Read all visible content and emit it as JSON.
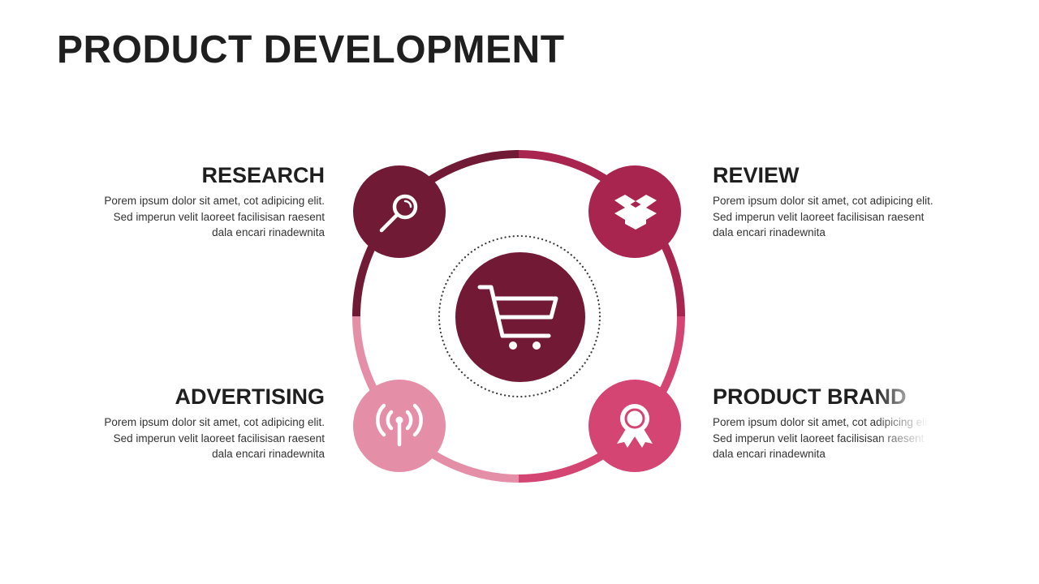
{
  "title": "PRODUCT DEVELOPMENT",
  "colors": {
    "dark": "#711a36",
    "crimson": "#a8254f",
    "rose": "#d44573",
    "pink": "#e58ea8",
    "center": "#721935",
    "heading": "#1f1f1f",
    "body": "#333333"
  },
  "steps": [
    {
      "id": "research",
      "heading": "RESEARCH",
      "lines": [
        "Porem ipsum dolor sit amet, cot adipicing elit.",
        "Sed imperun velit laoreet facilisisan raesent",
        "dala encari rinadewnita"
      ],
      "icon": "magnifier-icon"
    },
    {
      "id": "review",
      "heading": "REVIEW",
      "lines": [
        "Porem ipsum dolor sit amet, cot adipicing elit.",
        "Sed imperun velit laoreet facilisisan raesent",
        "dala encari rinadewnita"
      ],
      "icon": "open-box-icon"
    },
    {
      "id": "advertising",
      "heading": "ADVERTISING",
      "lines": [
        "Porem ipsum dolor sit amet, cot adipicing elit.",
        "Sed imperun velit laoreet facilisisan raesent",
        "dala encari rinadewnita"
      ],
      "icon": "broadcast-icon"
    },
    {
      "id": "brand",
      "heading": "PRODUCT BRAND",
      "lines": [
        "Porem ipsum dolor sit amet, cot adipicing elit.",
        "Sed imperun velit laoreet facilisisan raesent",
        "dala encari rinadewnita"
      ],
      "icon": "award-ribbon-icon"
    }
  ],
  "center_icon": "shopping-cart-icon"
}
